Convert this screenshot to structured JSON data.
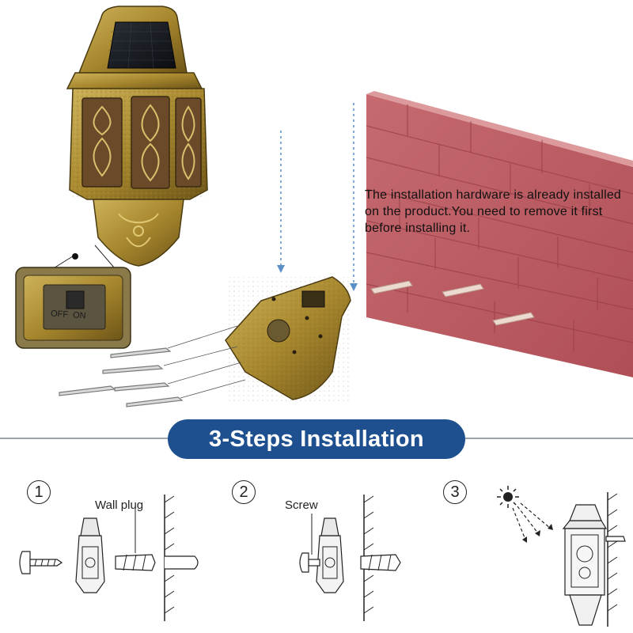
{
  "wall_note": {
    "text": "The installation hardware is already installed on the product.You need to remove it first before installing it."
  },
  "switch_label": "OFF  ON",
  "banner": {
    "title": "3-Steps Installation"
  },
  "steps": [
    {
      "number": "1",
      "callout": "Wall plug"
    },
    {
      "number": "2",
      "callout": "Screw"
    },
    {
      "number": "3",
      "callout": ""
    }
  ],
  "colors": {
    "bronze": "#a8882e",
    "bronze_dark": "#5a4512",
    "brick": "#b85a62",
    "brick_light": "#d38a8e",
    "banner": "#1e4f8f",
    "guide_line": "#5b8fc7"
  }
}
